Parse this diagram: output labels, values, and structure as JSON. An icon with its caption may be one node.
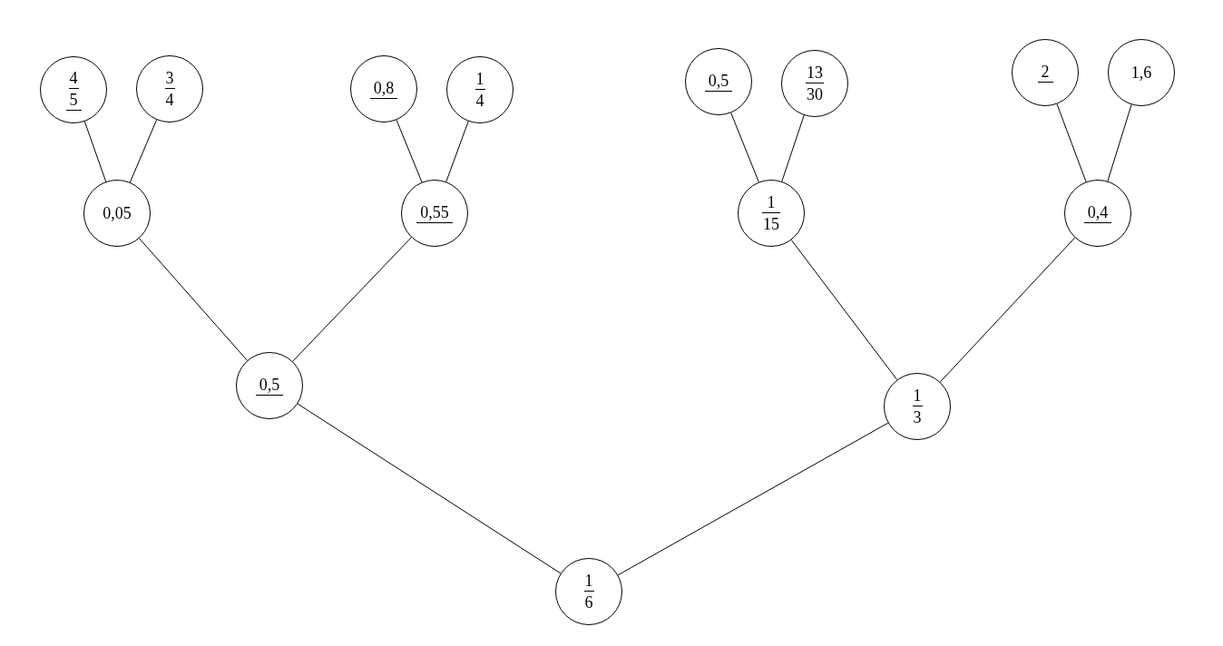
{
  "diagram": {
    "nodes": [
      {
        "text": [
          "4",
          "5"
        ]
      },
      {
        "text": [
          "3",
          "4"
        ]
      },
      {
        "text": [
          "0,8"
        ]
      },
      {
        "text": [
          "1",
          "4"
        ]
      },
      {
        "text": [
          "0,5"
        ]
      },
      {
        "text": [
          "13",
          "30"
        ]
      },
      {
        "text": [
          "2"
        ]
      },
      {
        "text": [
          "1,6"
        ]
      },
      {
        "text": [
          "0,05"
        ]
      },
      {
        "text": [
          "0,55"
        ]
      },
      {
        "text": [
          "1",
          "15"
        ]
      },
      {
        "text": [
          "0,4"
        ]
      },
      {
        "text": [
          "0,5"
        ]
      },
      {
        "text": [
          "1",
          "3"
        ]
      },
      {
        "text": [
          "1",
          "6"
        ]
      }
    ],
    "edges": [
      {
        "from": 14,
        "to": 12,
        "arrow": "none"
      },
      {
        "from": 14,
        "to": 13,
        "arrow": "none"
      },
      {
        "from": 12,
        "to": 8,
        "arrow": "none"
      },
      {
        "from": 12,
        "to": 9,
        "arrow": "none"
      },
      {
        "from": 13,
        "to": 10,
        "arrow": "none"
      },
      {
        "from": 13,
        "to": 11,
        "arrow": "none"
      },
      {
        "from": 8,
        "to": 0,
        "arrow": "none"
      },
      {
        "from": 8,
        "to": 1,
        "arrow": "none"
      },
      {
        "from": 9,
        "to": 2,
        "arrow": "none"
      },
      {
        "from": 9,
        "to": 3,
        "arrow": "none"
      },
      {
        "from": 10,
        "to": 4,
        "arrow": "none"
      },
      {
        "from": 10,
        "to": 5,
        "arrow": "none"
      },
      {
        "from": 11,
        "to": 6,
        "arrow": "none"
      },
      {
        "from": 11,
        "to": 7,
        "arrow": "none"
      }
    ]
  }
}
